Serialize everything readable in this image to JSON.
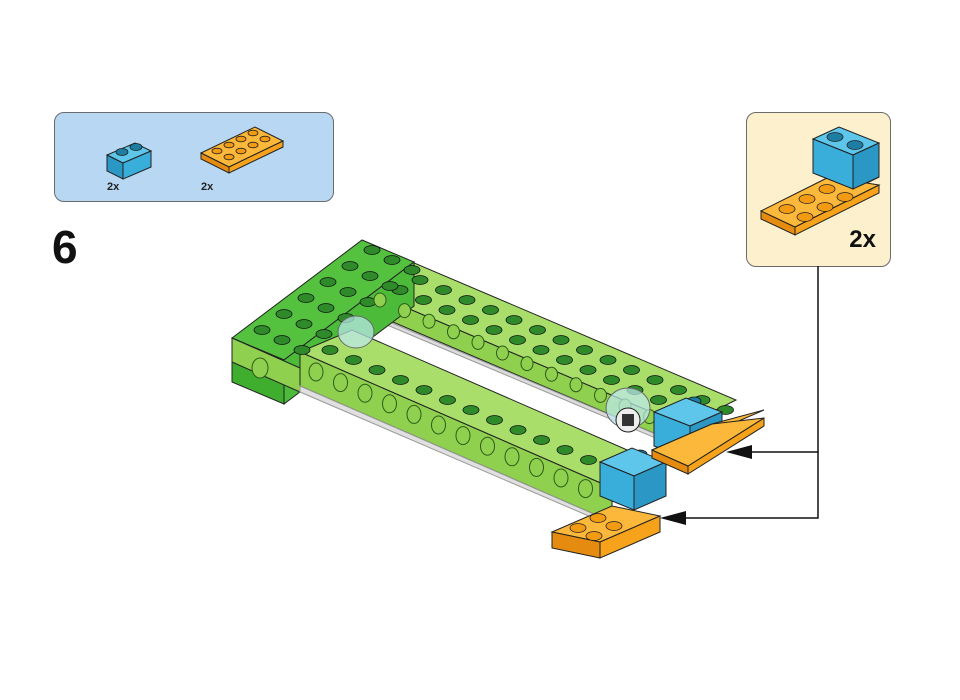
{
  "parts_list": {
    "items": [
      {
        "part": "blue-brick-1x2",
        "count": "2x"
      },
      {
        "part": "orange-plate-2x4",
        "count": "2x"
      }
    ]
  },
  "step": {
    "number": "6"
  },
  "callout": {
    "count": "2x"
  },
  "colors": {
    "parts_box_bg": "#b7d7f2",
    "callout_bg": "#fdf0cc",
    "lime_green": "#8fd14f",
    "green": "#4cbb3a",
    "blue": "#3aaedb",
    "orange": "#f7a21b"
  }
}
